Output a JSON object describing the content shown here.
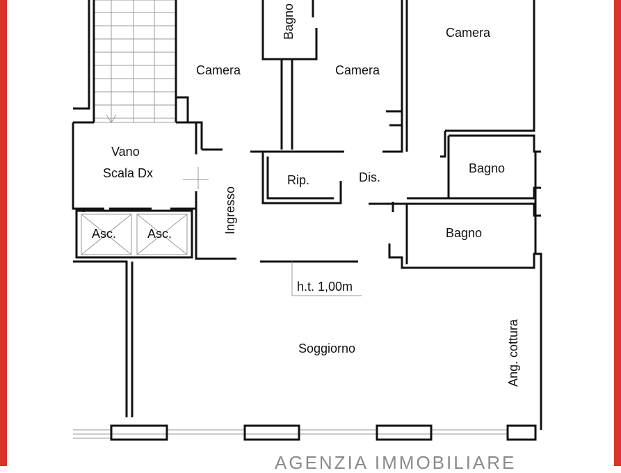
{
  "colors": {
    "frame": "#d9342b",
    "walls": "#111111",
    "watermark": "#8a8a8a"
  },
  "rooms": {
    "bagno_top": "Bagno",
    "camera_ne": "Camera",
    "camera_nw": "Camera",
    "camera_n": "Camera",
    "vano_line1": "Vano",
    "vano_line2": "Scala Dx",
    "rip": "Rip.",
    "dis": "Dis.",
    "bagno_e1": "Bagno",
    "ingresso": "Ingresso",
    "asc1": "Asc.",
    "asc2": "Asc.",
    "bagno_e2": "Bagno",
    "height_note": "h.t. 1,00m",
    "soggiorno": "Soggiorno",
    "ang_cottura": "Ang. cottura"
  },
  "watermark": "AGENZIA IMMOBILIARE"
}
